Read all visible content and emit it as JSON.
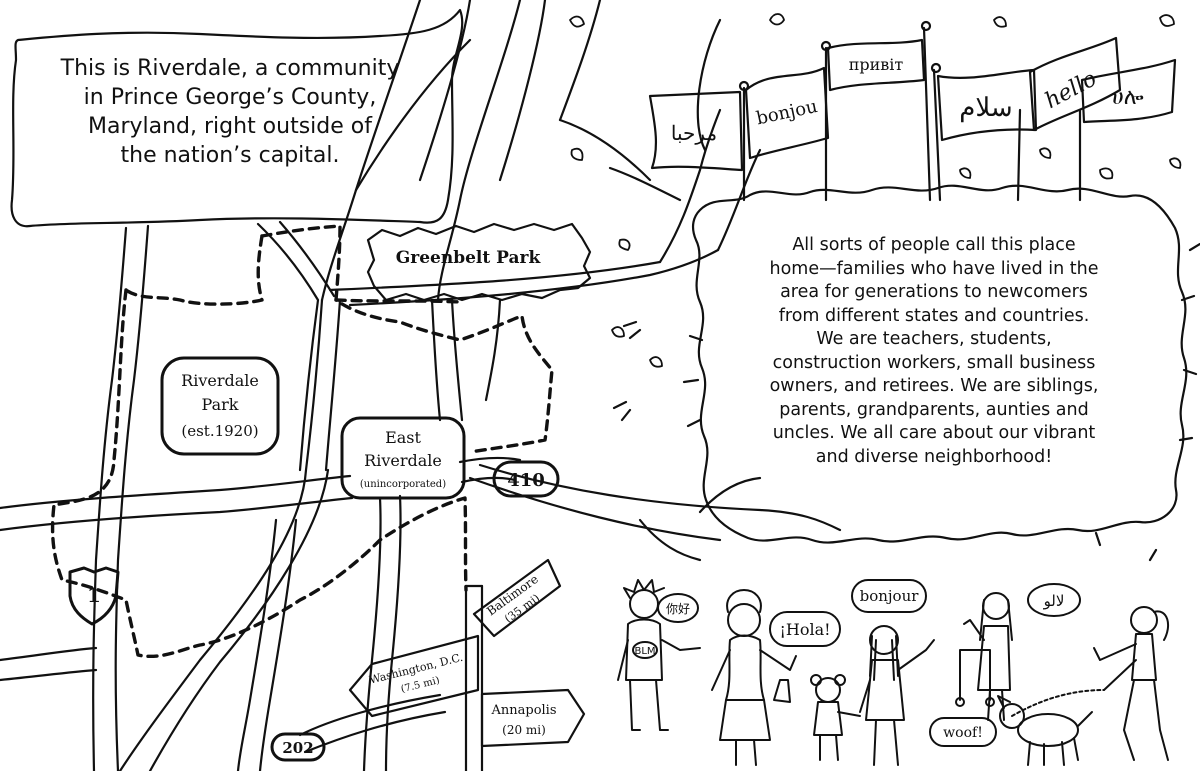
{
  "intro": {
    "lines": [
      "This is Riverdale, a community",
      "in Prince George’s County,",
      "Maryland, right outside of",
      "the nation’s capital."
    ]
  },
  "description": {
    "lines": [
      "All sorts of people call this place",
      "home—families who have lived in the",
      "area for generations to newcomers",
      "from different states and countries.",
      "We are teachers, students,",
      "construction workers, small business",
      "owners, and retirees. We are siblings,",
      "parents, grandparents, aunties and",
      "uncles. We all care about our vibrant",
      "and diverse neighborhood!"
    ]
  },
  "map": {
    "greenbelt_park": "Greenbelt Park",
    "riverdale_park": {
      "line1": "Riverdale",
      "line2": "Park",
      "line3": "(est.1920)"
    },
    "east_riverdale": {
      "line1": "East",
      "line2": "Riverdale",
      "line3": "(unincorporated)"
    },
    "route_410": "410",
    "route_1": "1",
    "route_202": "202"
  },
  "signpost": {
    "baltimore": {
      "line1": "Baltimore",
      "line2": "(35 mi)"
    },
    "washington": {
      "line1": "Washington, D.C.",
      "line2": "(7.5 mi)"
    },
    "annapolis": {
      "line1": "Annapolis",
      "line2": "(20 mi)"
    }
  },
  "flags": {
    "arabic": "مرحبا",
    "french": "bonjou",
    "ukrainian": "привіт",
    "persian": "سلام",
    "english": "hello",
    "amharic": "ሀሎ"
  },
  "speech": {
    "chinese": "你好",
    "spanish": "¡Hola!",
    "french": "bonjour",
    "arabic": "لالو",
    "dog": "woof!"
  },
  "people": {
    "shirt_text": "BLM"
  }
}
